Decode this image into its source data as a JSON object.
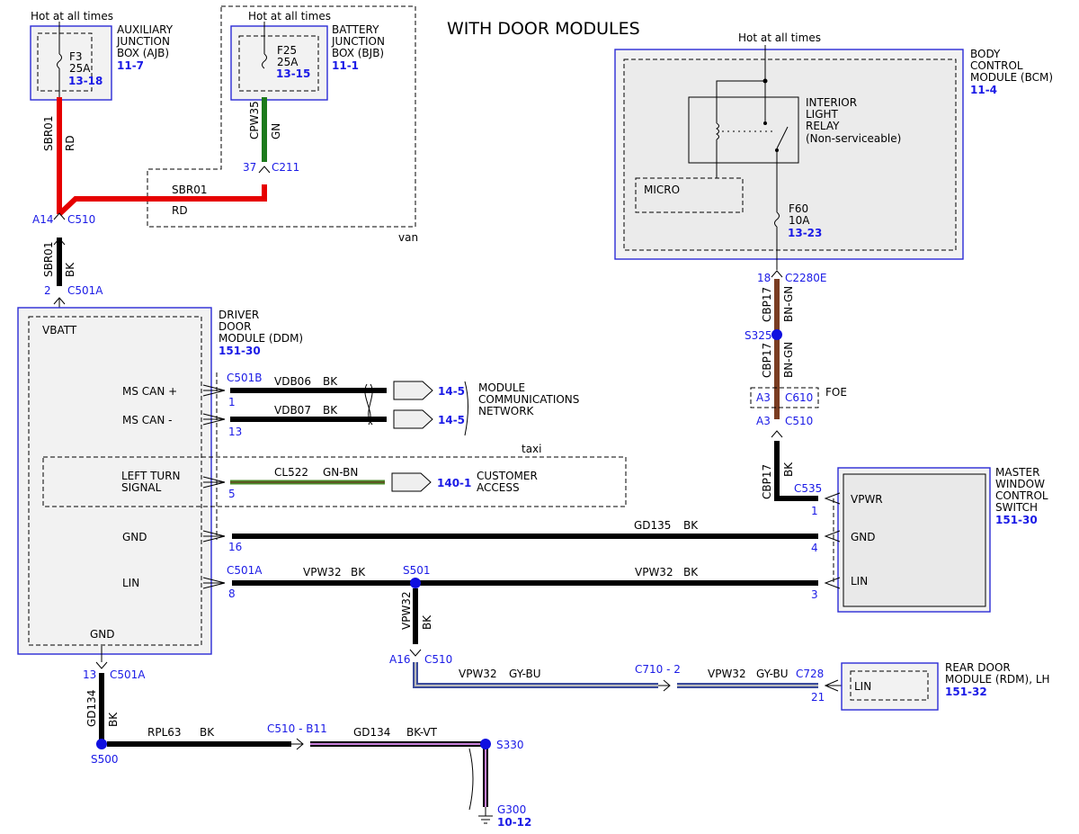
{
  "title": "WITH DOOR MODULES",
  "hot": {
    "ajb": "Hot at all times",
    "bjb": "Hot at all times",
    "bcm": "Hot at all times"
  },
  "ajb": {
    "name": [
      "AUXILIARY",
      "JUNCTION",
      "BOX (AJB)"
    ],
    "ref": "11-7",
    "fuse": "F3",
    "amp": "25A",
    "fuse_ref": "13-18"
  },
  "bjb": {
    "name": [
      "BATTERY",
      "JUNCTION",
      "BOX (BJB)"
    ],
    "ref": "11-1",
    "fuse": "F25",
    "amp": "25A",
    "fuse_ref": "13-15"
  },
  "bcm": {
    "name": [
      "BODY",
      "CONTROL",
      "MODULE (BCM)"
    ],
    "ref": "11-4",
    "relay": [
      "INTERIOR",
      "LIGHT",
      "RELAY",
      "(Non-serviceable)"
    ],
    "micro": "MICRO",
    "fuse": "F60",
    "amp": "10A",
    "fuse_ref": "13-23"
  },
  "ddm": {
    "name": [
      "DRIVER",
      "DOOR",
      "MODULE (DDM)"
    ],
    "ref": "151-30",
    "pins": {
      "vbatt": "VBATT",
      "mscan_p": "MS CAN +",
      "mscan_m": "MS CAN -",
      "lts": [
        "LEFT TURN",
        "SIGNAL"
      ],
      "gnd": "GND",
      "lin": "LIN",
      "gnd2": "GND"
    }
  },
  "mwcs": {
    "name": [
      "MASTER",
      "WINDOW",
      "CONTROL",
      "SWITCH"
    ],
    "ref": "151-30",
    "pins": {
      "vpwr": "VPWR",
      "gnd": "GND",
      "lin": "LIN"
    }
  },
  "rdm": {
    "name": [
      "REAR DOOR",
      "MODULE (RDM), LH"
    ],
    "ref": "151-32",
    "pin": "LIN"
  },
  "network": {
    "name": [
      "MODULE",
      "COMMUNICATIONS",
      "NETWORK"
    ],
    "ref1": "14-5",
    "ref2": "14-5"
  },
  "customer": {
    "name": [
      "CUSTOMER",
      "ACCESS"
    ],
    "ref": "140-1"
  },
  "options": {
    "van": "van",
    "taxi": "taxi",
    "foe": "FOE"
  },
  "wires": {
    "sbr01": "SBR01",
    "rd": "RD",
    "bk": "BK",
    "cpw35": "CPW35",
    "gn": "GN",
    "vdb06": "VDB06",
    "vdb07": "VDB07",
    "cl522": "CL522",
    "gnbn": "GN-BN",
    "gd135": "GD135",
    "vpw32": "VPW32",
    "gybu": "GY-BU",
    "cbp17": "CBP17",
    "bngn": "BN-GN",
    "gd134": "GD134",
    "rpl63": "RPL63",
    "bkvt": "BK-VT"
  },
  "connectors": {
    "c211": "C211",
    "p37": "37",
    "c510": "C510",
    "a14": "A14",
    "c501a": "C501A",
    "p2": "2",
    "c501b": "C501B",
    "p1": "1",
    "p13": "13",
    "p5": "5",
    "p16": "16",
    "p8": "8",
    "s501": "S501",
    "a16": "A16",
    "c710": "C710 - 2",
    "c728": "C728",
    "p21": "21",
    "p13b": "13",
    "s500": "S500",
    "c510b11": "C510 - B11",
    "s330": "S330",
    "g300": "G300",
    "g300_ref": "10-12",
    "c2280e": "C2280E",
    "p18": "18",
    "s325": "S325",
    "a3a": "A3",
    "c610": "C610",
    "a3b": "A3",
    "c510b": "C510",
    "c535": "C535",
    "pw1": "1",
    "pw4": "4",
    "pw3": "3"
  }
}
